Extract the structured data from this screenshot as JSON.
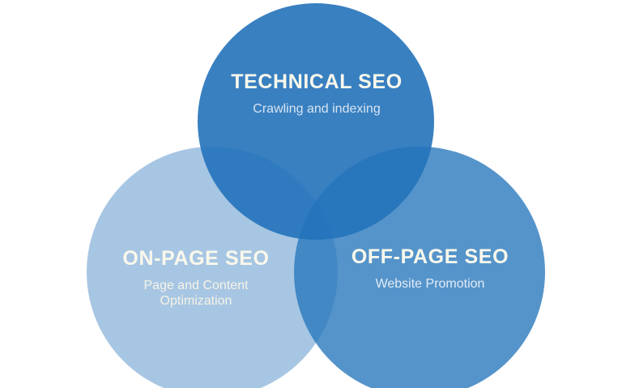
{
  "page": {
    "background": "#FFFFFF"
  },
  "diagram": {
    "type": "venn",
    "description": "Three-circle Venn diagram of SEO types",
    "circles": [
      {
        "id": "technical-seo",
        "position": "top",
        "title": "TECHNICAL SEO",
        "subtitle": "Crawling and indexing",
        "fill": "rgba(36,114,186,0.90)",
        "color": "#3A80C1",
        "title_color": "#FAF8EC",
        "subtitle_color": "#D6E4F2"
      },
      {
        "id": "on-page-seo",
        "position": "bottom-left",
        "title": "ON-PAGE SEO",
        "subtitle": "Page and Content Optimization",
        "fill": "#A7C6E3",
        "color": "#A7C6E3",
        "title_color": "#FAF8EC",
        "subtitle_color": "#F5F3E7"
      },
      {
        "id": "off-page-seo",
        "position": "bottom-right",
        "title": "OFF-PAGE SEO",
        "subtitle": "Website Promotion",
        "fill": "rgba(37,118,187,0.78)",
        "color": "#5594CA",
        "title_color": "#FAF8EC",
        "subtitle_color": "#E2EBF6"
      }
    ]
  }
}
